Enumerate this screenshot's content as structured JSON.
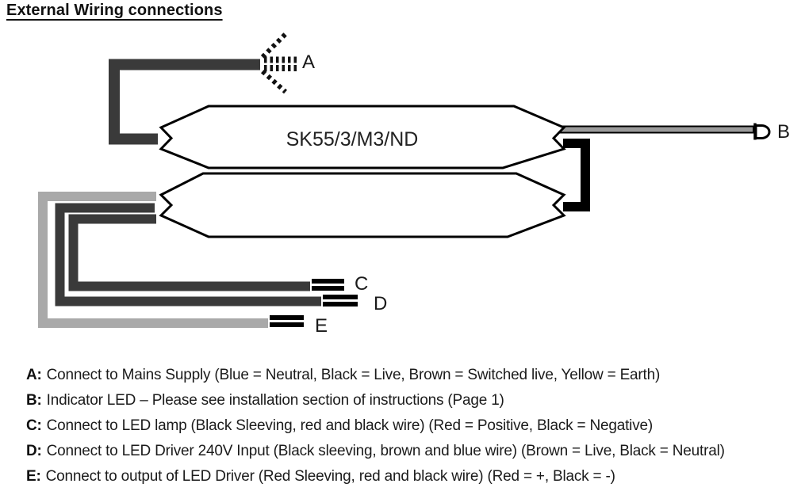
{
  "title": "External Wiring connections",
  "diagram": {
    "device_label": "SK55/3/M3/ND",
    "wire_labels": {
      "a": "A",
      "b": "B",
      "c": "C",
      "d": "D",
      "e": "E"
    },
    "colors": {
      "dark_wire": "#3a3a3a",
      "gray_wire": "#a9a9a9",
      "outline": "#000000",
      "led_wire_fill": "#9a9a9a"
    }
  },
  "legend": {
    "items": [
      {
        "key": "A:",
        "text": "Connect to Mains Supply (Blue = Neutral, Black = Live, Brown = Switched live, Yellow = Earth)"
      },
      {
        "key": "B:",
        "text": "Indicator LED – Please see installation section of instructions (Page 1)"
      },
      {
        "key": "C:",
        "text": "Connect to LED lamp (Black Sleeving, red and black wire) (Red = Positive, Black = Negative)"
      },
      {
        "key": "D:",
        "text": "Connect to LED Driver 240V Input (Black sleeving, brown and blue wire) (Brown = Live, Black = Neutral)"
      },
      {
        "key": "E:",
        "text": "Connect to output of LED Driver (Red Sleeving, red and black wire) (Red = +, Black = -)"
      }
    ]
  }
}
